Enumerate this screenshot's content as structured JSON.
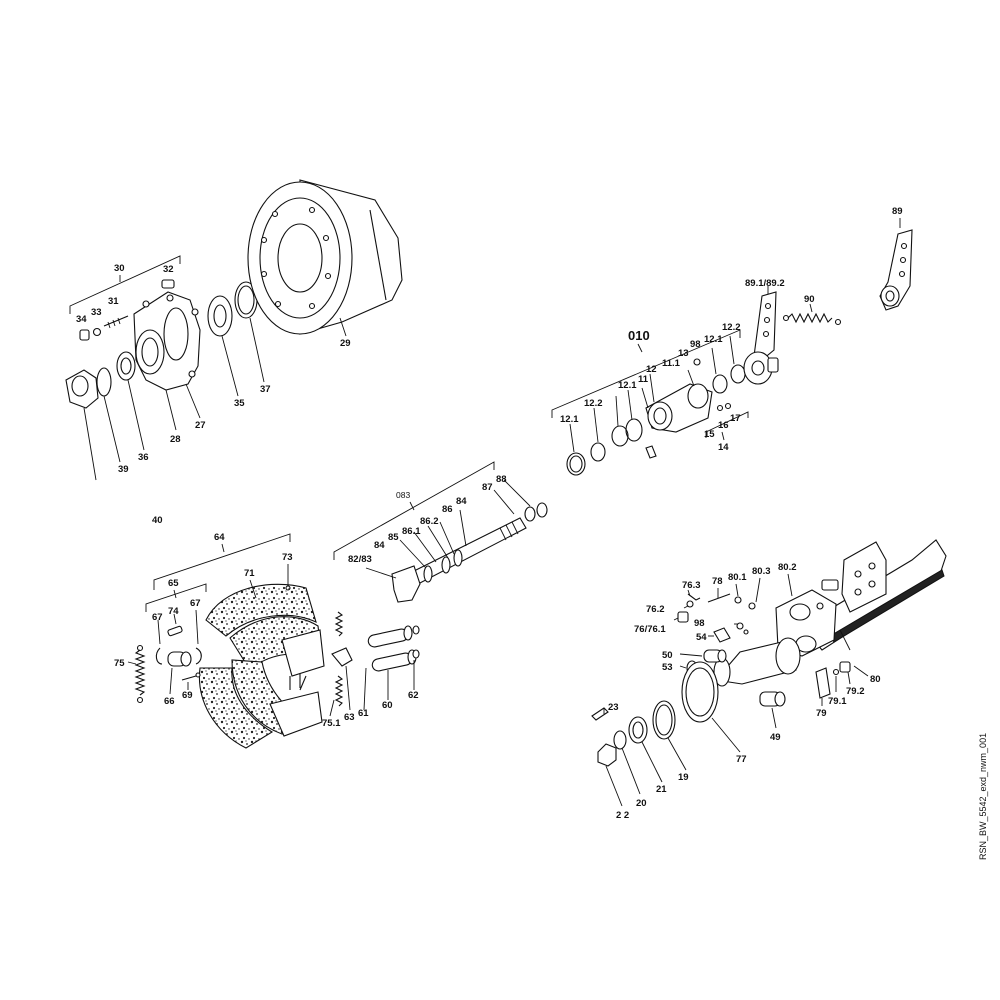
{
  "drawing": {
    "reference_code": "RSN_BW_5542_exd_nwm_001",
    "labels": {
      "l30": "30",
      "l32": "32",
      "l31": "31",
      "l33": "33",
      "l34": "34",
      "l29": "29",
      "l35": "35",
      "l37": "37",
      "l27": "27",
      "l28": "28",
      "l36": "36",
      "l39": "39",
      "l89": "89",
      "l89_1": "89.1/89.2",
      "l90": "90",
      "l010": "010",
      "l12_2a": "12.2",
      "l12_1a": "12.1",
      "l98a": "98",
      "l13": "13",
      "l11_1": "11.1",
      "l12a": "12",
      "l11": "11",
      "l12_1b": "12.1",
      "l12_2b": "12.2",
      "l12_1c": "12.1",
      "l16": "16",
      "l17": "17",
      "l15": "15",
      "l14": "14",
      "l40": "40",
      "l083": "083",
      "l88": "88",
      "l87": "87",
      "l84a": "84",
      "l86": "86",
      "l86_2": "86.2",
      "l86_1": "86.1",
      "l85": "85",
      "l84b": "84",
      "l82": "82/83",
      "l64": "64",
      "l65": "65",
      "l71": "71",
      "l73": "73",
      "l67a": "67",
      "l74": "74",
      "l67b": "67",
      "l75": "75",
      "l66": "66",
      "l69": "69",
      "l75_1": "75.1",
      "l63": "63",
      "l61": "61",
      "l60": "60",
      "l62": "62",
      "l76_3": "76.3",
      "l78": "78",
      "l80_1": "80.1",
      "l80_3": "80.3",
      "l80_2": "80.2",
      "l76_2": "76.2",
      "l98b": "98",
      "l76_76_1": "76/76.1",
      "l54": "54",
      "l50": "50",
      "l53": "53",
      "l79_2": "79.2",
      "l80": "80",
      "l79_1": "79.1",
      "l79": "79",
      "l49": "49",
      "l23": "23",
      "l77": "77",
      "l19": "19",
      "l21": "21",
      "l20": "20",
      "l22": "2 2"
    }
  }
}
